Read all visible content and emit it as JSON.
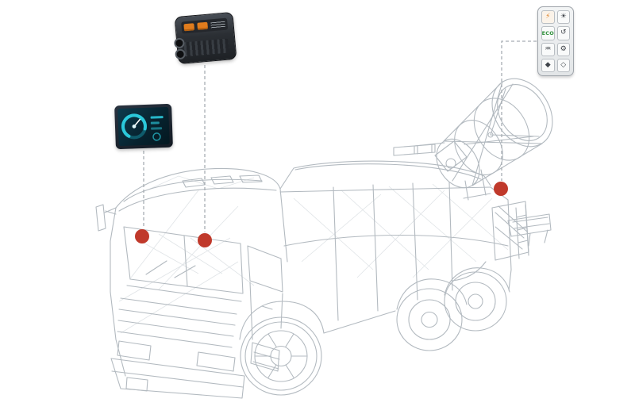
{
  "colors": {
    "marker_red": "#c0392b",
    "leader_gray": "#a8aeb4",
    "wireframe_gray": "#b3bac0",
    "wireframe_mesh": "#e0e4e7",
    "screen_teal": "#2bc8da",
    "screen_bg": "#07222e",
    "device_dark": "#24272b",
    "accent_orange": "#e07c1d",
    "eco_green": "#2f8f3b",
    "keypad_bg": "#edeff0"
  },
  "markers": [
    {
      "color": "#c0392b"
    },
    {
      "color": "#c0392b"
    },
    {
      "color": "#c0392b"
    }
  ],
  "keypad": {
    "buttons": [
      {
        "name": "power-button",
        "glyph": "⚡"
      },
      {
        "name": "light-button",
        "glyph": "☀"
      },
      {
        "name": "eco-button",
        "glyph": "ECO"
      },
      {
        "name": "fan-button",
        "glyph": "↺"
      },
      {
        "name": "spray-button",
        "glyph": "♒"
      },
      {
        "name": "settings-button",
        "glyph": "⚙"
      },
      {
        "name": "mode-up-button",
        "glyph": "◆"
      },
      {
        "name": "mode-down-button",
        "glyph": "◇"
      }
    ]
  }
}
